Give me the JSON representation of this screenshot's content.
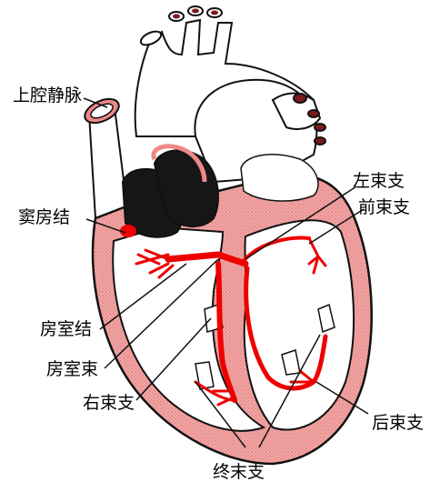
{
  "labels": {
    "svc": "上腔静脉",
    "san": "窦房结",
    "avn": "房室结",
    "hisb": "房室束",
    "rbb": "右束支",
    "lbb": "左束支",
    "lafb": "前束支",
    "lpfb": "后束支",
    "purk": "终末支"
  },
  "colors": {
    "conduction": "#ee0000",
    "myocardium": "#f2a4a4",
    "outline": "#111111",
    "background": "#ffffff"
  }
}
